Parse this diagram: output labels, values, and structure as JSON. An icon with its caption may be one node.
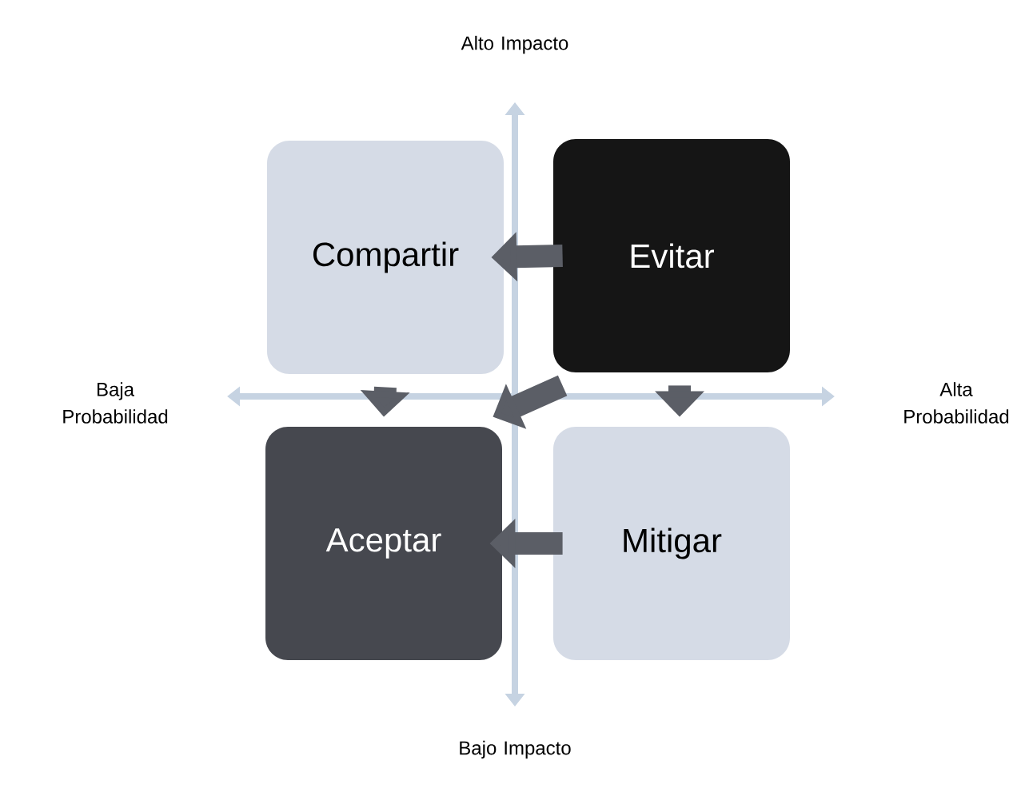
{
  "diagram": {
    "nodes": [
      {
        "text": [
          "Compartir"
        ]
      },
      {
        "text": [
          "Evitar"
        ]
      },
      {
        "text": [
          "Aceptar"
        ]
      },
      {
        "text": [
          "Mitigar"
        ]
      }
    ],
    "edges": [
      {
        "from": 1,
        "to": 0,
        "arrow": "to"
      },
      {
        "from": 0,
        "to": 2,
        "arrow": "to"
      },
      {
        "from": 1,
        "to": 2,
        "arrow": "to"
      },
      {
        "from": 1,
        "to": 3,
        "arrow": "to"
      },
      {
        "from": 3,
        "to": 2,
        "arrow": "to"
      }
    ],
    "labels": [
      "Alto Impacto",
      "Baja Probabilidad",
      "Alta Probabilidad",
      "Bajo Impacto"
    ]
  }
}
